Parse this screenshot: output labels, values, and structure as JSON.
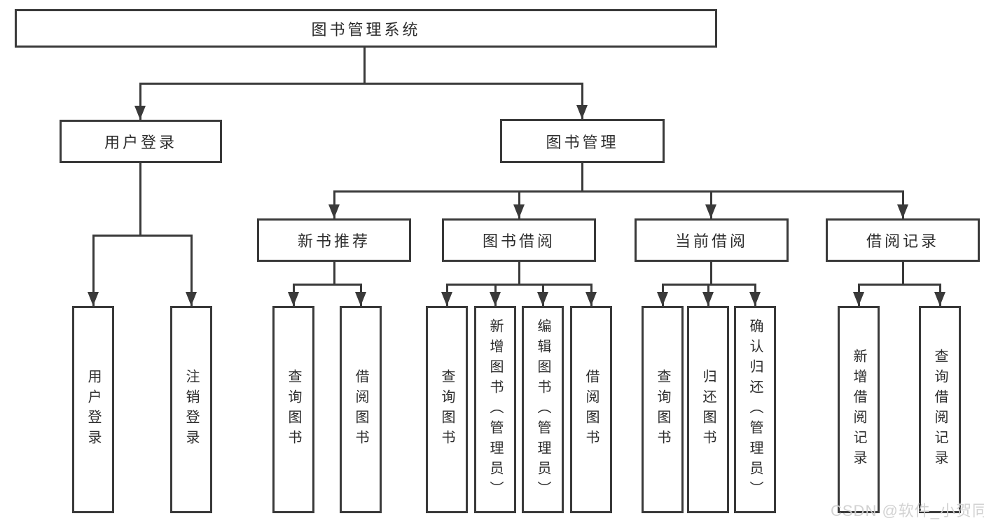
{
  "diagram": {
    "title_node": "root",
    "line_color": "#3a3a3a",
    "box_fill": "#ffffff",
    "text_color": "#2d2d2d",
    "root": {
      "label": "图书管理系统"
    },
    "level2": [
      {
        "id": "user-login",
        "label": "用户登录"
      },
      {
        "id": "book-management",
        "label": "图书管理"
      }
    ],
    "level3": [
      {
        "id": "new-book-recommend",
        "label": "新书推荐",
        "parent": "图书管理"
      },
      {
        "id": "book-borrow",
        "label": "图书借阅",
        "parent": "图书管理"
      },
      {
        "id": "current-borrow",
        "label": "当前借阅",
        "parent": "图书管理"
      },
      {
        "id": "borrow-records",
        "label": "借阅记录",
        "parent": "图书管理"
      }
    ],
    "leaves": [
      {
        "label": "用户登录",
        "parent": "用户登录"
      },
      {
        "label": "注销登录",
        "parent": "用户登录"
      },
      {
        "label": "查询图书",
        "parent": "新书推荐"
      },
      {
        "label": "借阅图书",
        "parent": "新书推荐"
      },
      {
        "label": "查询图书",
        "parent": "图书借阅"
      },
      {
        "label": "新增图书（管理员）",
        "parent": "图书借阅"
      },
      {
        "label": "编辑图书（管理员）",
        "parent": "图书借阅"
      },
      {
        "label": "借阅图书",
        "parent": "图书借阅"
      },
      {
        "label": "查询图书",
        "parent": "当前借阅"
      },
      {
        "label": "归还图书",
        "parent": "当前借阅"
      },
      {
        "label": "确认归还（管理员）",
        "parent": "当前借阅"
      },
      {
        "label": "新增借阅记录",
        "parent": "借阅记录"
      },
      {
        "label": "查询借阅记录",
        "parent": "借阅记录"
      }
    ]
  },
  "watermark": {
    "text": "CSDN @软件_小贺同学",
    "color": "#d0d0d0"
  }
}
